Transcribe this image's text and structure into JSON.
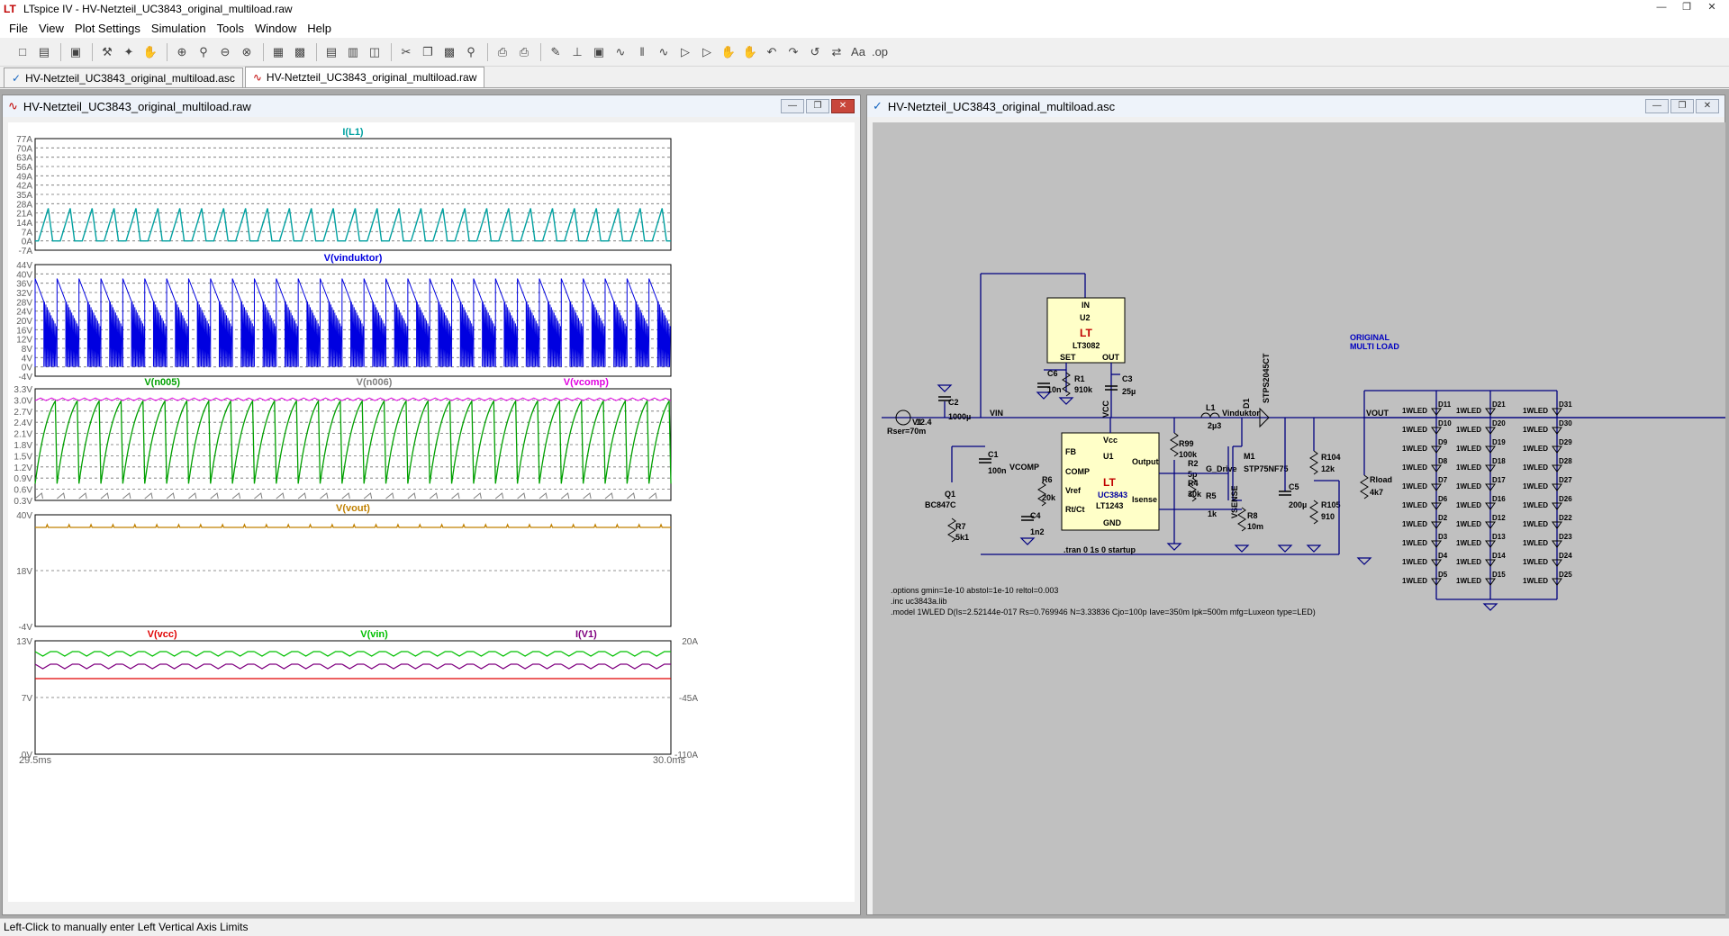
{
  "window": {
    "title": "LTspice IV - HV-Netzteil_UC3843_original_multiload.raw",
    "app_icon": "ltspice-logo-icon"
  },
  "menu": [
    "File",
    "View",
    "Plot Settings",
    "Simulation",
    "Tools",
    "Window",
    "Help"
  ],
  "tabs": [
    {
      "label": "HV-Netzteil_UC3843_original_multiload.asc",
      "icon": "schematic-icon"
    },
    {
      "label": "HV-Netzteil_UC3843_original_multiload.raw",
      "icon": "waveform-icon",
      "active": true
    }
  ],
  "wave_window": {
    "title": "HV-Netzteil_UC3843_original_multiload.raw"
  },
  "schematic_window": {
    "title": "HV-Netzteil_UC3843_original_multiload.asc"
  },
  "plots": [
    {
      "traces": [
        {
          "name": "I(L1)",
          "color": "#00a0a0"
        }
      ],
      "yticks": [
        "77A",
        "70A",
        "63A",
        "56A",
        "49A",
        "42A",
        "35A",
        "28A",
        "21A",
        "14A",
        "7A",
        "0A",
        "-7A"
      ]
    },
    {
      "traces": [
        {
          "name": "V(vinduktor)",
          "color": "#0000e0"
        }
      ],
      "yticks": [
        "44V",
        "40V",
        "36V",
        "32V",
        "28V",
        "24V",
        "20V",
        "16V",
        "12V",
        "8V",
        "4V",
        "0V",
        "-4V"
      ]
    },
    {
      "traces": [
        {
          "name": "V(n005)",
          "color": "#00a000"
        },
        {
          "name": "V(n006)",
          "color": "#808080"
        },
        {
          "name": "V(vcomp)",
          "color": "#e000e0"
        }
      ],
      "yticks": [
        "3.3V",
        "3.0V",
        "2.7V",
        "2.4V",
        "2.1V",
        "1.8V",
        "1.5V",
        "1.2V",
        "0.9V",
        "0.6V",
        "0.3V"
      ]
    },
    {
      "traces": [
        {
          "name": "V(vout)",
          "color": "#c08000"
        }
      ],
      "yticks": [
        "40V",
        "18V",
        "-4V"
      ]
    },
    {
      "traces": [
        {
          "name": "V(vcc)",
          "color": "#e00000"
        },
        {
          "name": "V(vin)",
          "color": "#00c000"
        },
        {
          "name": "I(V1)",
          "color": "#800080"
        }
      ],
      "yticks": [
        "13V",
        "7V",
        "0V"
      ],
      "yticks_right": [
        "20A",
        "-45A",
        "-110A"
      ]
    }
  ],
  "xaxis": {
    "start": "29.5ms",
    "end": "30.0ms"
  },
  "schematic": {
    "note_original": "ORIGINAL",
    "note_multi": "MULTI LOAD",
    "directives": [
      ".options gmin=1e-10 abstol=1e-10 reltol=0.003",
      ".inc uc3843a.lib",
      ".model 1WLED D(Is=2.52144e-017 Rs=0.769946 N=3.33836 Cjo=100p Iave=350m Ipk=500m mfg=Luxeon type=LED)"
    ],
    "tran": ".tran 0 1s 0 startup",
    "u2": {
      "ref": "U2",
      "part": "LT3082",
      "pins": [
        "IN",
        "SET",
        "OUT"
      ]
    },
    "u1": {
      "ref": "U1",
      "part": "UC3843",
      "part2": "LT1243",
      "pins": [
        "Vcc",
        "FB",
        "COMP",
        "Vref",
        "Rt/Ct",
        "Output",
        "Isense",
        "GND"
      ]
    },
    "labels": [
      "VIN",
      "VCC",
      "Vinduktor",
      "VOUT",
      "VCOMP",
      "G_Drive",
      "VSENSE"
    ],
    "parts": [
      [
        "V1",
        "12.4"
      ],
      [
        "Rser=70m",
        ""
      ],
      [
        "C2",
        "1000µ"
      ],
      [
        "C6",
        "10n"
      ],
      [
        "R1",
        "910k"
      ],
      [
        "C3",
        "25µ"
      ],
      [
        "L1",
        "2µ3"
      ],
      [
        "D1",
        "STPS2045CT"
      ],
      [
        "R99",
        "100k"
      ],
      [
        "R2",
        "5p"
      ],
      [
        "R4",
        "30k"
      ],
      [
        "M1",
        "STP75NF75"
      ],
      [
        "R5",
        "1k"
      ],
      [
        "R8",
        "10m"
      ],
      [
        "C5",
        "200µ"
      ],
      [
        "R104",
        "12k"
      ],
      [
        "R105",
        "910"
      ],
      [
        "Rload",
        "4k7"
      ],
      [
        "C1",
        "100n"
      ],
      [
        "R6",
        "20k"
      ],
      [
        "C4",
        "1n2"
      ],
      [
        "Q1",
        "BC847C"
      ],
      [
        "R7",
        "5k1"
      ]
    ],
    "led_model": "1WLED",
    "led_columns": [
      [
        "D11",
        "D10",
        "D9",
        "D8",
        "D7",
        "D6",
        "D2",
        "D3",
        "D4",
        "D5"
      ],
      [
        "D21",
        "D20",
        "D19",
        "D18",
        "D17",
        "D16",
        "D12",
        "D13",
        "D14",
        "D15"
      ],
      [
        "D31",
        "D30",
        "D29",
        "D28",
        "D27",
        "D26",
        "D22",
        "D23",
        "D24",
        "D25"
      ]
    ]
  },
  "status": "Left-Click to manually enter Left Vertical Axis Limits"
}
